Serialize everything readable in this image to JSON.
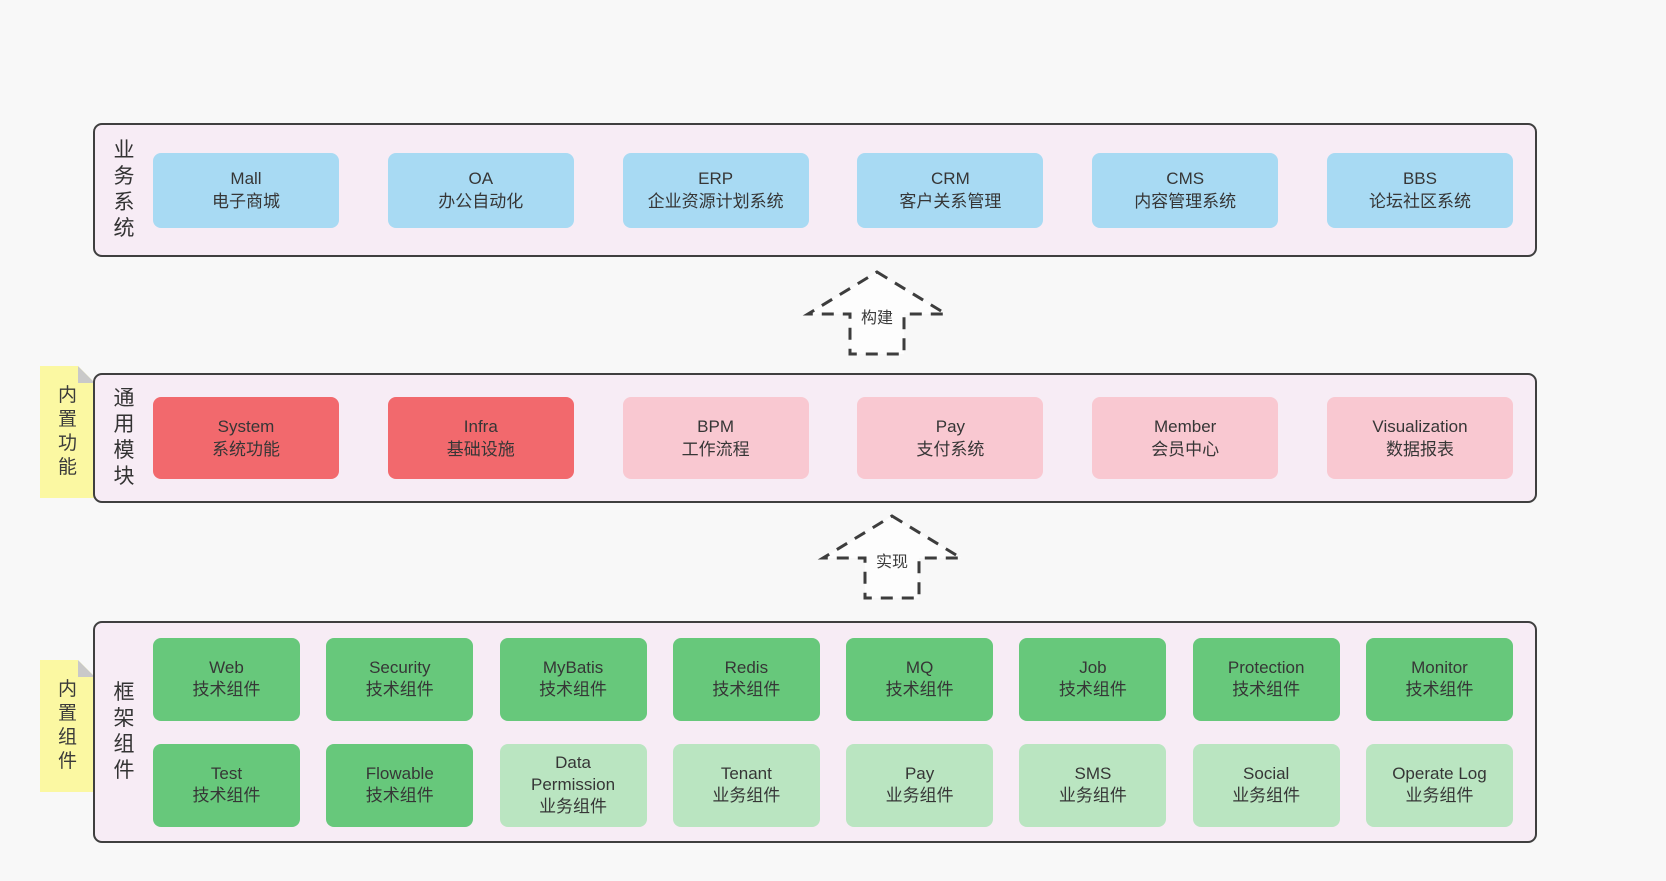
{
  "colors": {
    "band": "#f7ecf5",
    "band_border": "#3f3f3f",
    "blue": "#a8daf3",
    "red": "#f2696d",
    "pink": "#f9c8d1",
    "green": "#67c87b",
    "lightgreen": "#bae5c1",
    "yellow": "#fbf8a2",
    "fold": "#c9c9c9",
    "arrow_stroke": "#3d3d3d",
    "text": "#363636",
    "background": "#f8f8f8"
  },
  "layers": [
    {
      "id": "business",
      "label": "业务系统",
      "boxes": [
        {
          "name": "Mall",
          "desc": "电子商城",
          "variant": "blue"
        },
        {
          "name": "OA",
          "desc": "办公自动化",
          "variant": "blue"
        },
        {
          "name": "ERP",
          "desc": "企业资源计划系统",
          "variant": "blue"
        },
        {
          "name": "CRM",
          "desc": "客户关系管理",
          "variant": "blue"
        },
        {
          "name": "CMS",
          "desc": "内容管理系统",
          "variant": "blue"
        },
        {
          "name": "BBS",
          "desc": "论坛社区系统",
          "variant": "blue"
        }
      ]
    },
    {
      "id": "modules",
      "label": "通用模块",
      "sticky": "内置功能",
      "boxes": [
        {
          "name": "System",
          "desc": "系统功能",
          "variant": "red"
        },
        {
          "name": "Infra",
          "desc": "基础设施",
          "variant": "red"
        },
        {
          "name": "BPM",
          "desc": "工作流程",
          "variant": "pink"
        },
        {
          "name": "Pay",
          "desc": "支付系统",
          "variant": "pink"
        },
        {
          "name": "Member",
          "desc": "会员中心",
          "variant": "pink"
        },
        {
          "name": "Visualization",
          "desc": "数据报表",
          "variant": "pink"
        }
      ]
    },
    {
      "id": "components",
      "label": "框架组件",
      "sticky": "内置组件",
      "rows": [
        [
          {
            "name": "Web",
            "desc": "技术组件",
            "variant": "green"
          },
          {
            "name": "Security",
            "desc": "技术组件",
            "variant": "green"
          },
          {
            "name": "MyBatis",
            "desc": "技术组件",
            "variant": "green"
          },
          {
            "name": "Redis",
            "desc": "技术组件",
            "variant": "green"
          },
          {
            "name": "MQ",
            "desc": "技术组件",
            "variant": "green"
          },
          {
            "name": "Job",
            "desc": "技术组件",
            "variant": "green"
          },
          {
            "name": "Protection",
            "desc": "技术组件",
            "variant": "green"
          },
          {
            "name": "Monitor",
            "desc": "技术组件",
            "variant": "green"
          }
        ],
        [
          {
            "name": "Test",
            "desc": "技术组件",
            "variant": "green"
          },
          {
            "name": "Flowable",
            "desc": "技术组件",
            "variant": "green"
          },
          {
            "name": "Data Permission",
            "desc": "业务组件",
            "variant": "lightgreen"
          },
          {
            "name": "Tenant",
            "desc": "业务组件",
            "variant": "lightgreen"
          },
          {
            "name": "Pay",
            "desc": "业务组件",
            "variant": "lightgreen"
          },
          {
            "name": "SMS",
            "desc": "业务组件",
            "variant": "lightgreen"
          },
          {
            "name": "Social",
            "desc": "业务组件",
            "variant": "lightgreen"
          },
          {
            "name": "Operate Log",
            "desc": "业务组件",
            "variant": "lightgreen"
          }
        ]
      ]
    }
  ],
  "arrows": [
    {
      "label": "构建"
    },
    {
      "label": "实现"
    }
  ]
}
